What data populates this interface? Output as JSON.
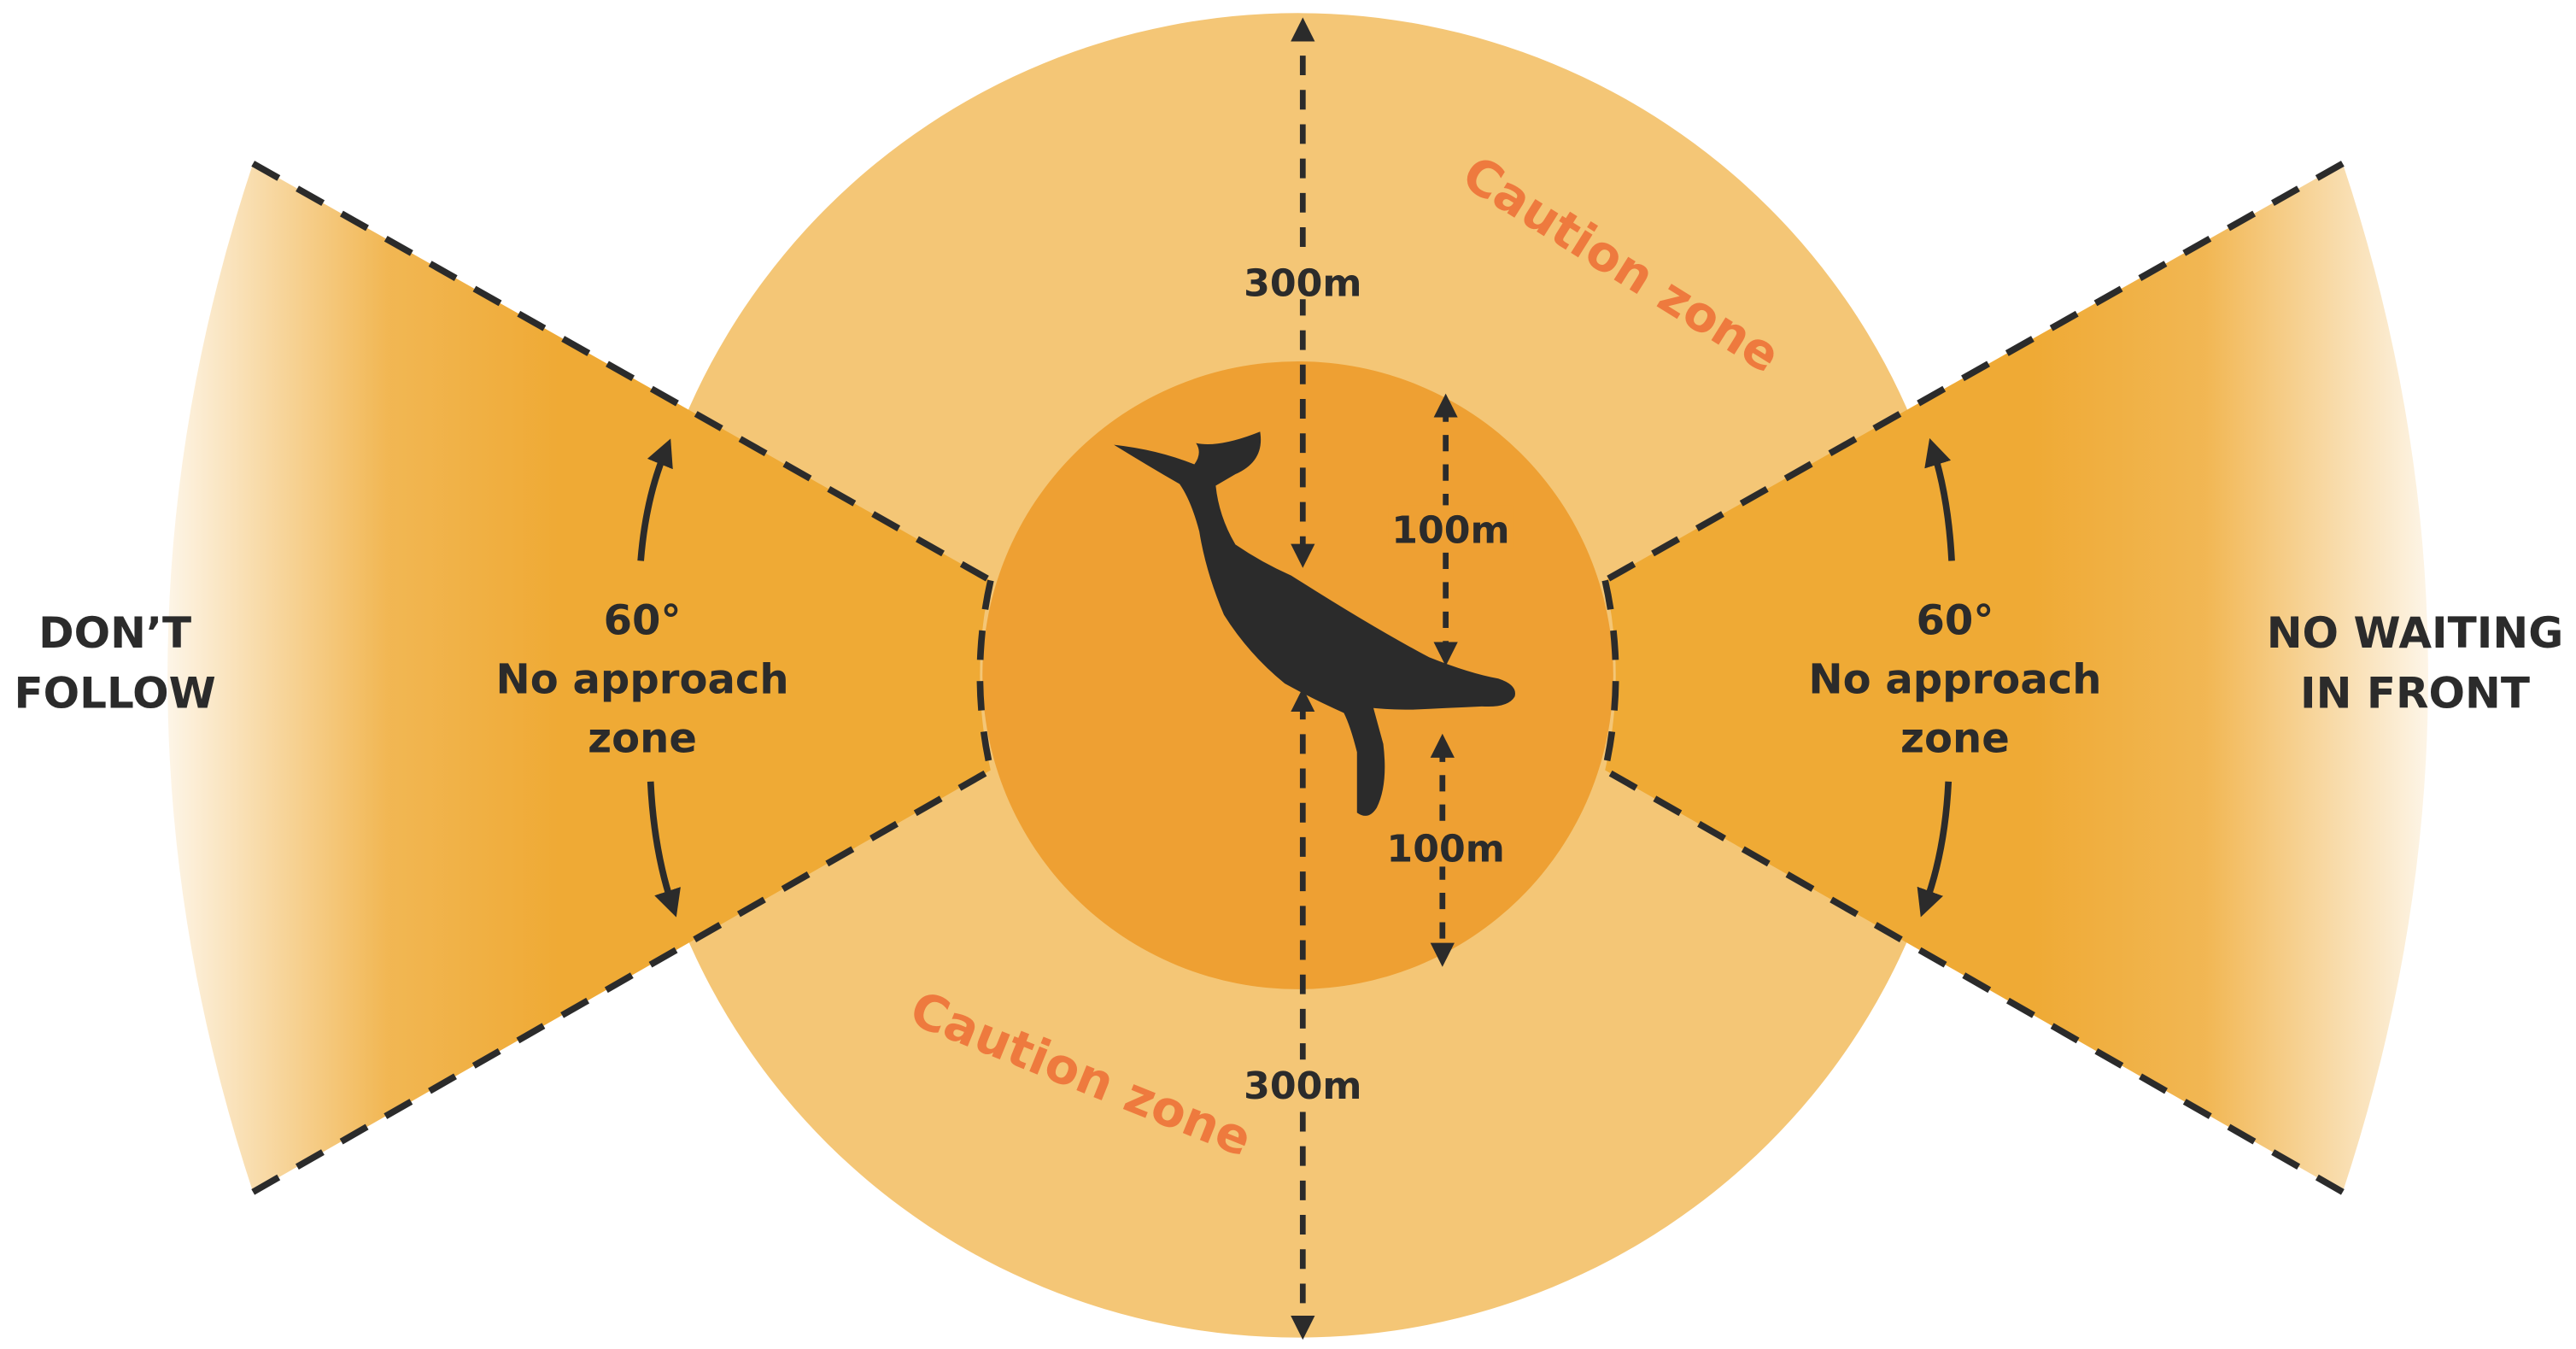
{
  "colors": {
    "outer_zone": "#f4c676",
    "inner_zone": "#eea033",
    "no_approach_zone": "#efaa35",
    "line": "#2b2b2b",
    "caution_text": "#ee7a3e"
  },
  "icons": {
    "whale": "whale-silhouette-icon",
    "arrow": "arrowhead-icon"
  },
  "labels": {
    "left_side": [
      "DON’T",
      "FOLLOW"
    ],
    "right_side": [
      "NO WAITING",
      "IN FRONT"
    ],
    "caution_zone_top": "Caution zone",
    "caution_zone_bottom": "Caution zone",
    "dist_300_top": "300m",
    "dist_300_bottom": "300m",
    "dist_100_top": "100m",
    "dist_100_bottom": "100m",
    "left_angle": "60°",
    "left_zone": [
      "No approach",
      "zone"
    ],
    "right_angle": "60°",
    "right_zone": [
      "No approach",
      "zone"
    ]
  }
}
